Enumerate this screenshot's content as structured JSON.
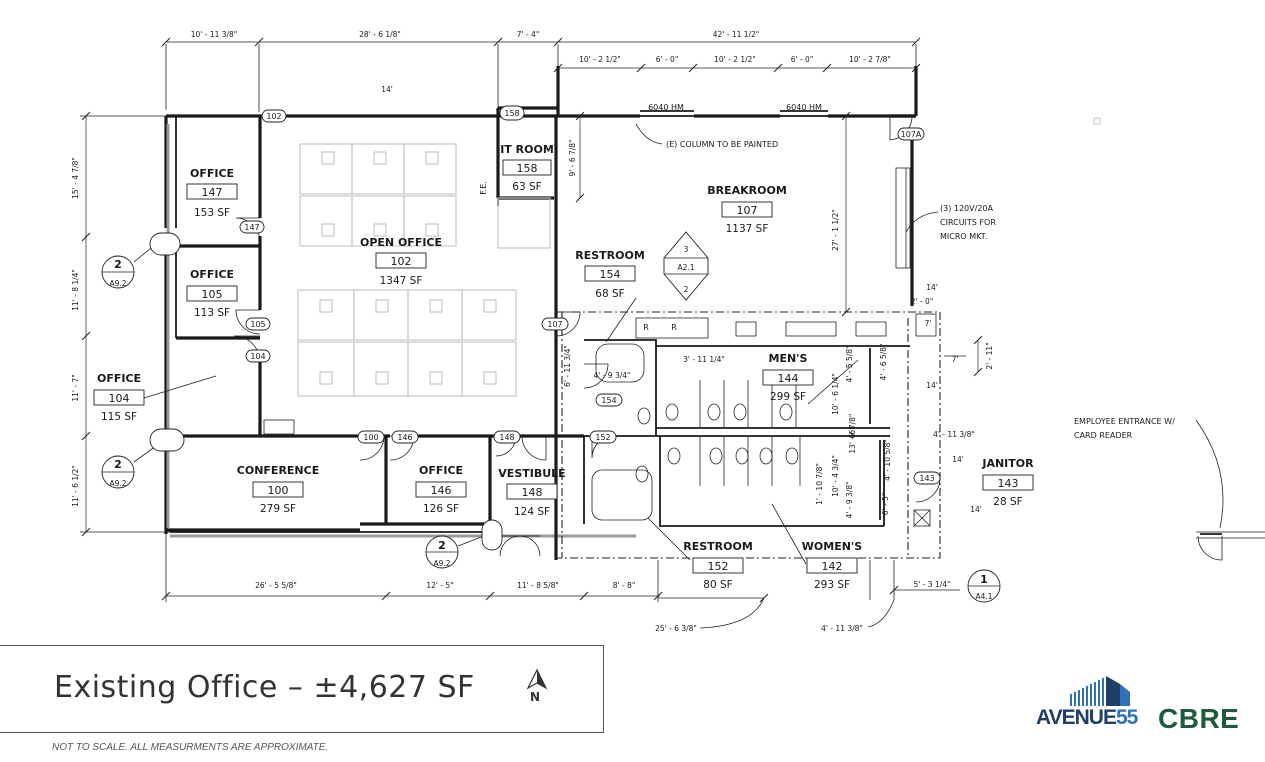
{
  "rooms": [
    {
      "id": "office147",
      "name": "OFFICE",
      "number": "147",
      "sf": "153 SF"
    },
    {
      "id": "office105",
      "name": "OFFICE",
      "number": "105",
      "sf": "113 SF"
    },
    {
      "id": "office104",
      "name": "OFFICE",
      "number": "104",
      "sf": "115 SF"
    },
    {
      "id": "openoffice",
      "name": "OPEN OFFICE",
      "number": "102",
      "sf": "1347 SF"
    },
    {
      "id": "itroom",
      "name": "IT ROOM",
      "number": "158",
      "sf": "63 SF"
    },
    {
      "id": "breakroom",
      "name": "BREAKROOM",
      "number": "107",
      "sf": "1137 SF"
    },
    {
      "id": "restroom154",
      "name": "RESTROOM",
      "number": "154",
      "sf": "68 SF"
    },
    {
      "id": "mens",
      "name": "MEN'S",
      "number": "144",
      "sf": "299 SF"
    },
    {
      "id": "conference",
      "name": "CONFERENCE",
      "number": "100",
      "sf": "279 SF"
    },
    {
      "id": "office146",
      "name": "OFFICE",
      "number": "146",
      "sf": "126 SF"
    },
    {
      "id": "vestibule",
      "name": "VESTIBULE",
      "number": "148",
      "sf": "124 SF"
    },
    {
      "id": "restroom152",
      "name": "RESTROOM",
      "number": "152",
      "sf": "80 SF"
    },
    {
      "id": "womens",
      "name": "WOMEN'S",
      "number": "142",
      "sf": "293 SF"
    },
    {
      "id": "janitor",
      "name": "JANITOR",
      "number": "143",
      "sf": "28 SF"
    }
  ],
  "door_tags": {
    "d102": "102",
    "d158": "158",
    "d147": "147",
    "d105": "105",
    "d104": "104",
    "d107": "107",
    "d107a": "107A",
    "d154": "154",
    "d100": "100",
    "d146": "146",
    "d148": "148",
    "d152": "152",
    "d143": "143"
  },
  "dimensions": {
    "top_1": "10' - 11 3/8\"",
    "top_2": "28' - 6 1/8\"",
    "top_3": "7' - 4\"",
    "top_4": "42' - 11 1/2\"",
    "top_5": "10' - 2 1/2\"",
    "top_6": "6' - 0\"",
    "top_7": "10' - 2 1/2\"",
    "top_8": "6' - 0\"",
    "top_9": "10' - 2 7/8\"",
    "left_1": "15' - 4 7/8\"",
    "left_2": "11' - 8 1/4\"",
    "left_3": "11' - 7\"",
    "left_4": "11' - 6 1/2\"",
    "bot_1": "26' - 5 5/8\"",
    "bot_2": "12' - 5\"",
    "bot_3": "11' - 8 5/8\"",
    "bot_4": "8' - 8\"",
    "bot_5": "25' - 6 3/8\"",
    "bot_6": "4' - 11 3/8\"",
    "bot_7": "5' - 3 1/4\"",
    "it_v": "9' - 6 7/8\"",
    "break_v": "27' - 1 1/2\"",
    "fourteen": "14'",
    "two_zero": "2' - 0\"",
    "seven": "7'",
    "seven_b": "7'",
    "two_eleven": "2' - 11\"",
    "rr_a": "6' - 11 3/4\"",
    "rr_b": "4' - 9 3/4\"",
    "rr_c": "3' - 11 1/4\"",
    "m_a": "4' - 5 5/8\"",
    "m_b": "4' - 6 5/8\"",
    "m_c": "10' - 6 1/4\"",
    "m_d": "6' 7/8\"",
    "m_e": "4' - 11 3/8\"",
    "m_f": "13' - 6\"",
    "m_g": "4' - 10 5/8\"",
    "w_a": "1' - 10 7/8\"",
    "w_b": "10' - 4 3/4\"",
    "w_c": "4' - 9 3/8\"",
    "w_d": "6' - 5\"",
    "fourteen_b": "14'",
    "fourteen_c": "14'",
    "fourteen_d": "14'"
  },
  "notes": {
    "hm1": "6040 HM",
    "hm2": "6040 HM",
    "column": "(E) COLUMN TO BE PAINTED",
    "circuits_1": "(3) 120V/20A",
    "circuits_2": "CIRCUITS FOR",
    "circuits_3": "MICRO MKT.",
    "entrance_1": "EMPLOYEE ENTRANCE W/",
    "entrance_2": "CARD READER",
    "fe": "F.E.",
    "r1": "R",
    "r2": "R"
  },
  "callouts": [
    {
      "num": "2",
      "sheet": "A9.2"
    },
    {
      "num": "2",
      "sheet": "A9.2"
    },
    {
      "num": "2",
      "sheet": "A9.2"
    },
    {
      "num": "1",
      "sheet": "A4.1"
    }
  ],
  "elevation_marker": {
    "top": "3",
    "mid": "A2.1",
    "bottom": "2"
  },
  "title": "Existing Office – ±4,627 SF",
  "north": "N",
  "disclaimer": "NOT TO SCALE. ALL MEASURMENTS ARE APPROXIMATE.",
  "logo_avenue": "AVENUE",
  "logo_avenue_num": "55",
  "logo_cbre": "CBRE",
  "colors": {
    "logo_dark": "#1f3f66",
    "logo_blue": "#2f72b8",
    "cbre_green": "#1f5a3e"
  }
}
